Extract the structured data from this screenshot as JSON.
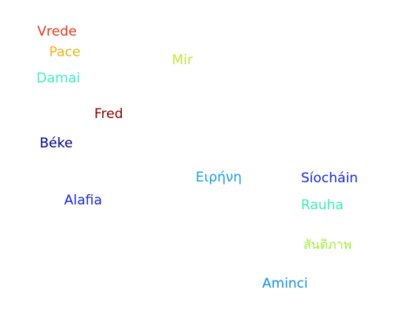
{
  "words": [
    {
      "text": "Vrede",
      "color": "#e8391c"
    },
    {
      "text": "Pace",
      "color": "#f0b41c"
    },
    {
      "text": "Mir",
      "color": "#c3e83c"
    },
    {
      "text": "Damai",
      "color": "#3cf0c8"
    },
    {
      "text": "Fred",
      "color": "#8b0000"
    },
    {
      "text": "Béke",
      "color": "#00008b"
    },
    {
      "text": "Ειρήνη",
      "color": "#14a0f0"
    },
    {
      "text": "Síocháin",
      "color": "#1428f0"
    },
    {
      "text": "Alafia",
      "color": "#1428f0"
    },
    {
      "text": "Rauha",
      "color": "#3cf0b4"
    },
    {
      "text": "สันติภาพ",
      "color": "#a0f03c"
    },
    {
      "text": "Aminci",
      "color": "#1490f0"
    }
  ]
}
